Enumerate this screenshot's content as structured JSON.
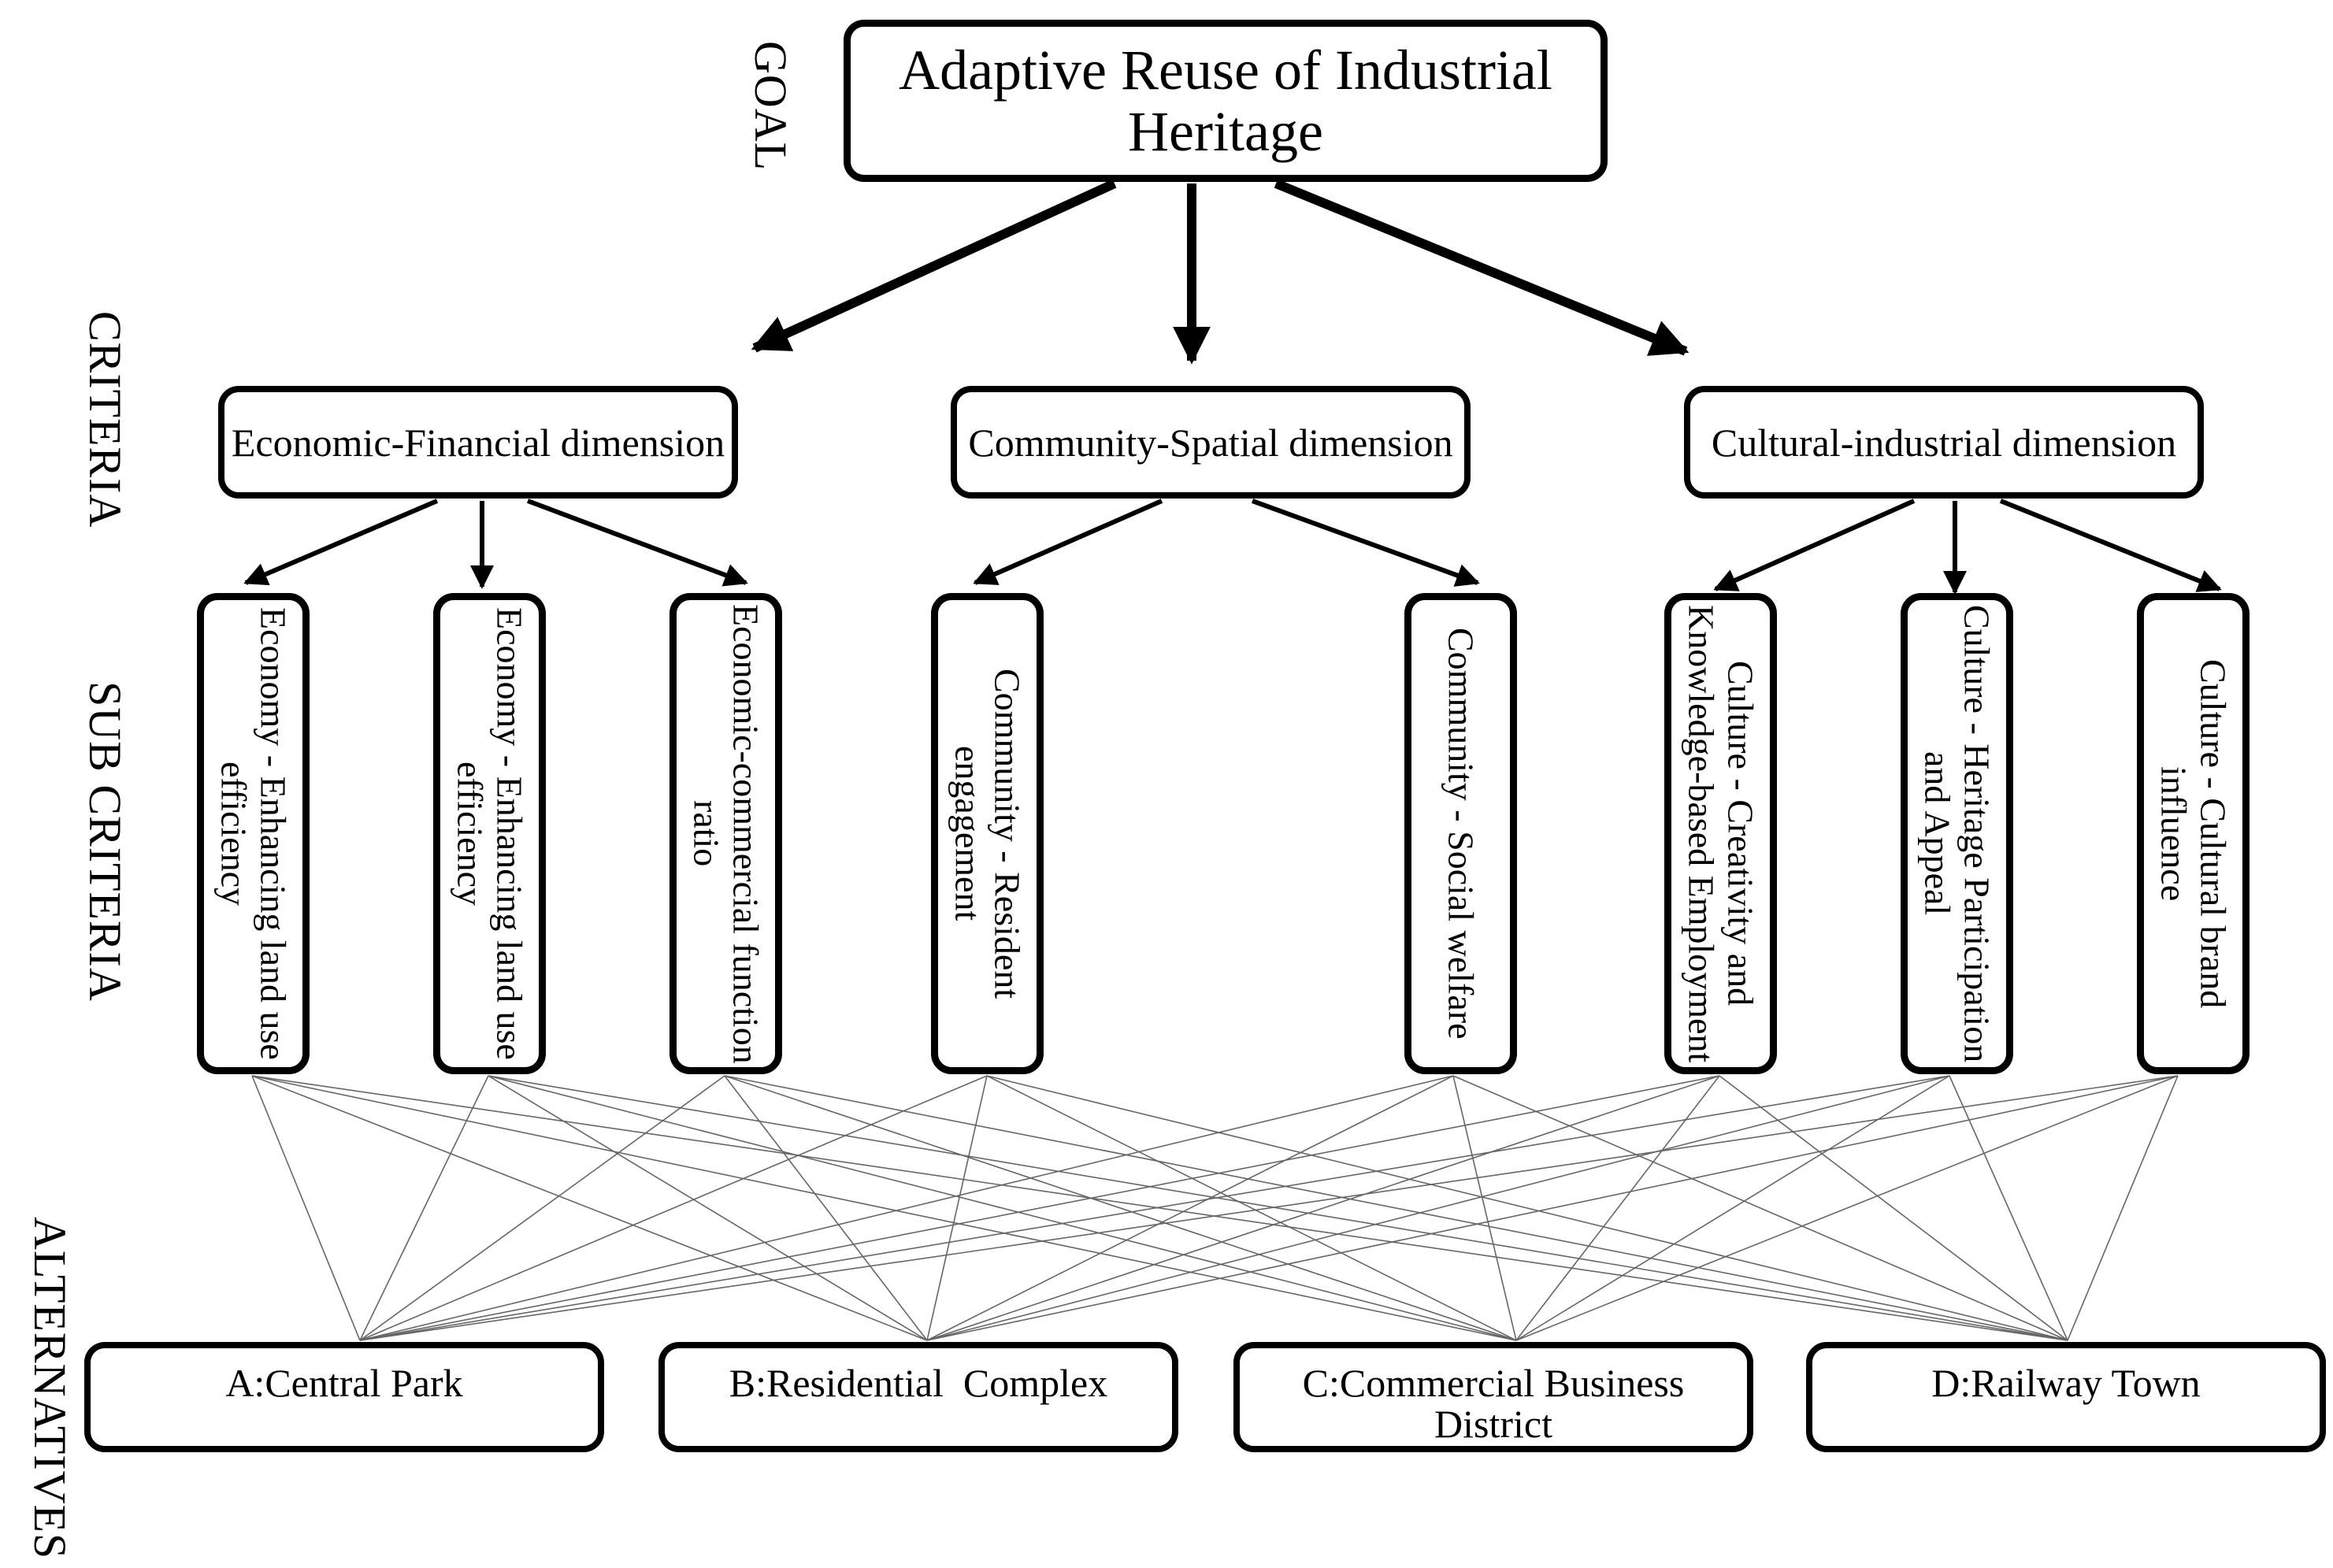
{
  "level_labels": {
    "goal": "GOAL",
    "criteria": "CRITERIA",
    "sub_criteria": "SUB CRITERIA",
    "alternatives": "ALTERNATIVES"
  },
  "goal": {
    "label": "Adaptive Reuse of Industrial Heritage"
  },
  "criteria": [
    {
      "label": "Economic-Financial dimension"
    },
    {
      "label": "Community-Spatial dimension"
    },
    {
      "label": "Cultural-industrial dimension"
    }
  ],
  "sub_criteria": [
    {
      "label": "Economy - Enhancing land use efficiency",
      "criterion": 0
    },
    {
      "label": "Economy - Enhancing land use efficiency",
      "criterion": 0
    },
    {
      "label": "Economic-commercial function ratio",
      "criterion": 0
    },
    {
      "label": "Community - Resident engagement",
      "criterion": 1
    },
    {
      "label": "Community - Social welfare",
      "criterion": 1
    },
    {
      "label": "Culture - Creativity and Knowledge-based Employment",
      "criterion": 2
    },
    {
      "label": "Culture - Heritage Participation and Appeal",
      "criterion": 2
    },
    {
      "label": "Culture - Cultural brand influence",
      "criterion": 2
    }
  ],
  "alternatives": [
    {
      "label": "A:Central Park"
    },
    {
      "label": "B:Residential  Complex"
    },
    {
      "label": "C:Commercial Business District"
    },
    {
      "label": "D:Railway Town"
    }
  ]
}
